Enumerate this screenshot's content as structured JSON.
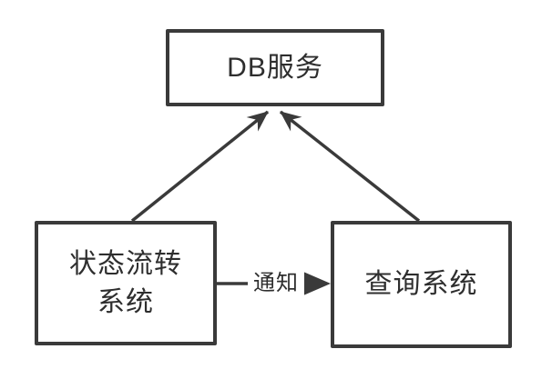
{
  "diagram": {
    "title": "state-flow-query-db-diagram",
    "colors": {
      "stroke": "#3a3a3a",
      "text": "#2e2e2e",
      "background": "#ffffff"
    },
    "nodes": [
      {
        "id": "db-service",
        "label": "DB服务"
      },
      {
        "id": "state-flow-system",
        "label": "状态流转\n系统"
      },
      {
        "id": "query-system",
        "label": "查询系统"
      }
    ],
    "edges": [
      {
        "from": "状态流转系统",
        "to": "DB服务",
        "label": "",
        "arrow": "barbed"
      },
      {
        "from": "查询系统",
        "to": "DB服务",
        "label": "",
        "arrow": "barbed"
      },
      {
        "from": "状态流转系统",
        "to": "查询系统",
        "label": "通知",
        "arrow": "solid-triangle"
      }
    ]
  }
}
